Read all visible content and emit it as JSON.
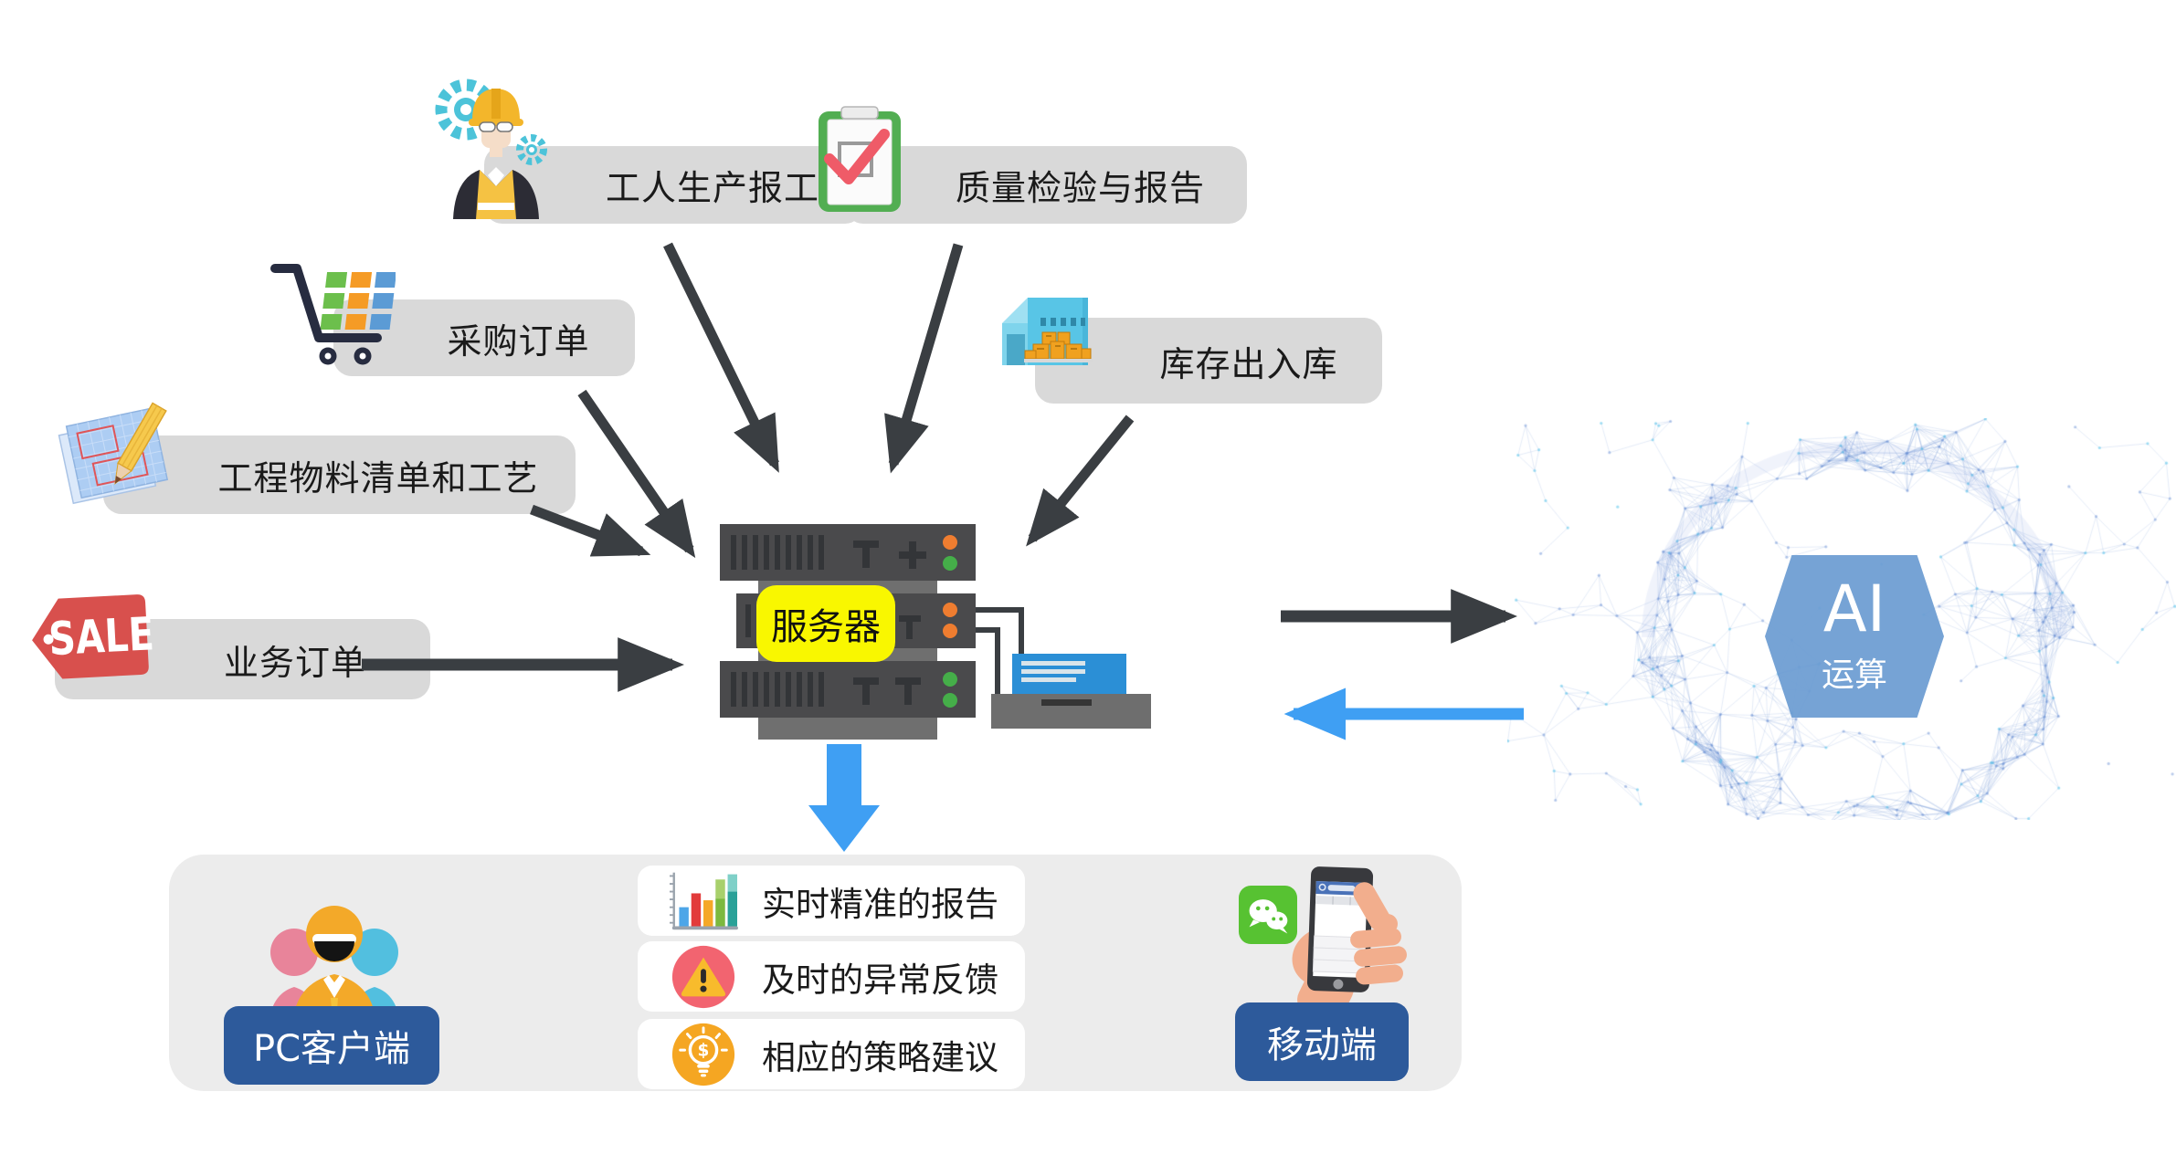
{
  "sources": [
    {
      "id": "worker",
      "label": "工人生产报工",
      "icon": "worker-icon"
    },
    {
      "id": "quality",
      "label": "质量检验与报告",
      "icon": "clipboard-check-icon"
    },
    {
      "id": "purchase",
      "label": "采购订单",
      "icon": "shopping-cart-icon"
    },
    {
      "id": "bom",
      "label": "工程物料清单和工艺",
      "icon": "blueprint-pencil-icon"
    },
    {
      "id": "sales",
      "label": "业务订单",
      "icon": "sale-tag-icon",
      "icon_text": "SALE"
    },
    {
      "id": "inventory",
      "label": "库存出入库",
      "icon": "warehouse-icon"
    }
  ],
  "server": {
    "label": "服务器"
  },
  "ai": {
    "line1": "AI",
    "line2": "运算"
  },
  "outputs": [
    {
      "id": "report",
      "label": "实时精准的报告",
      "icon": "bar-chart-icon"
    },
    {
      "id": "alert",
      "label": "及时的异常反馈",
      "icon": "warning-icon"
    },
    {
      "id": "suggest",
      "label": "相应的策略建议",
      "icon": "idea-bulb-icon"
    }
  ],
  "clients": {
    "pc": {
      "label": "PC客户端",
      "icon": "team-users-icon"
    },
    "mobile": {
      "label": "移动端",
      "icon": "hand-phone-wechat-icon"
    }
  },
  "colors": {
    "arrow_dark": "#3a3e42",
    "arrow_blue": "#3f9ff3",
    "bubble_gray": "#d9d9d9",
    "panel_gray": "#ececec",
    "badge_blue": "#2d5a9b",
    "server_tag_yellow": "#f9f700",
    "ai_hex_blue": "#6c9cd2",
    "wechat_green": "#57c232"
  }
}
